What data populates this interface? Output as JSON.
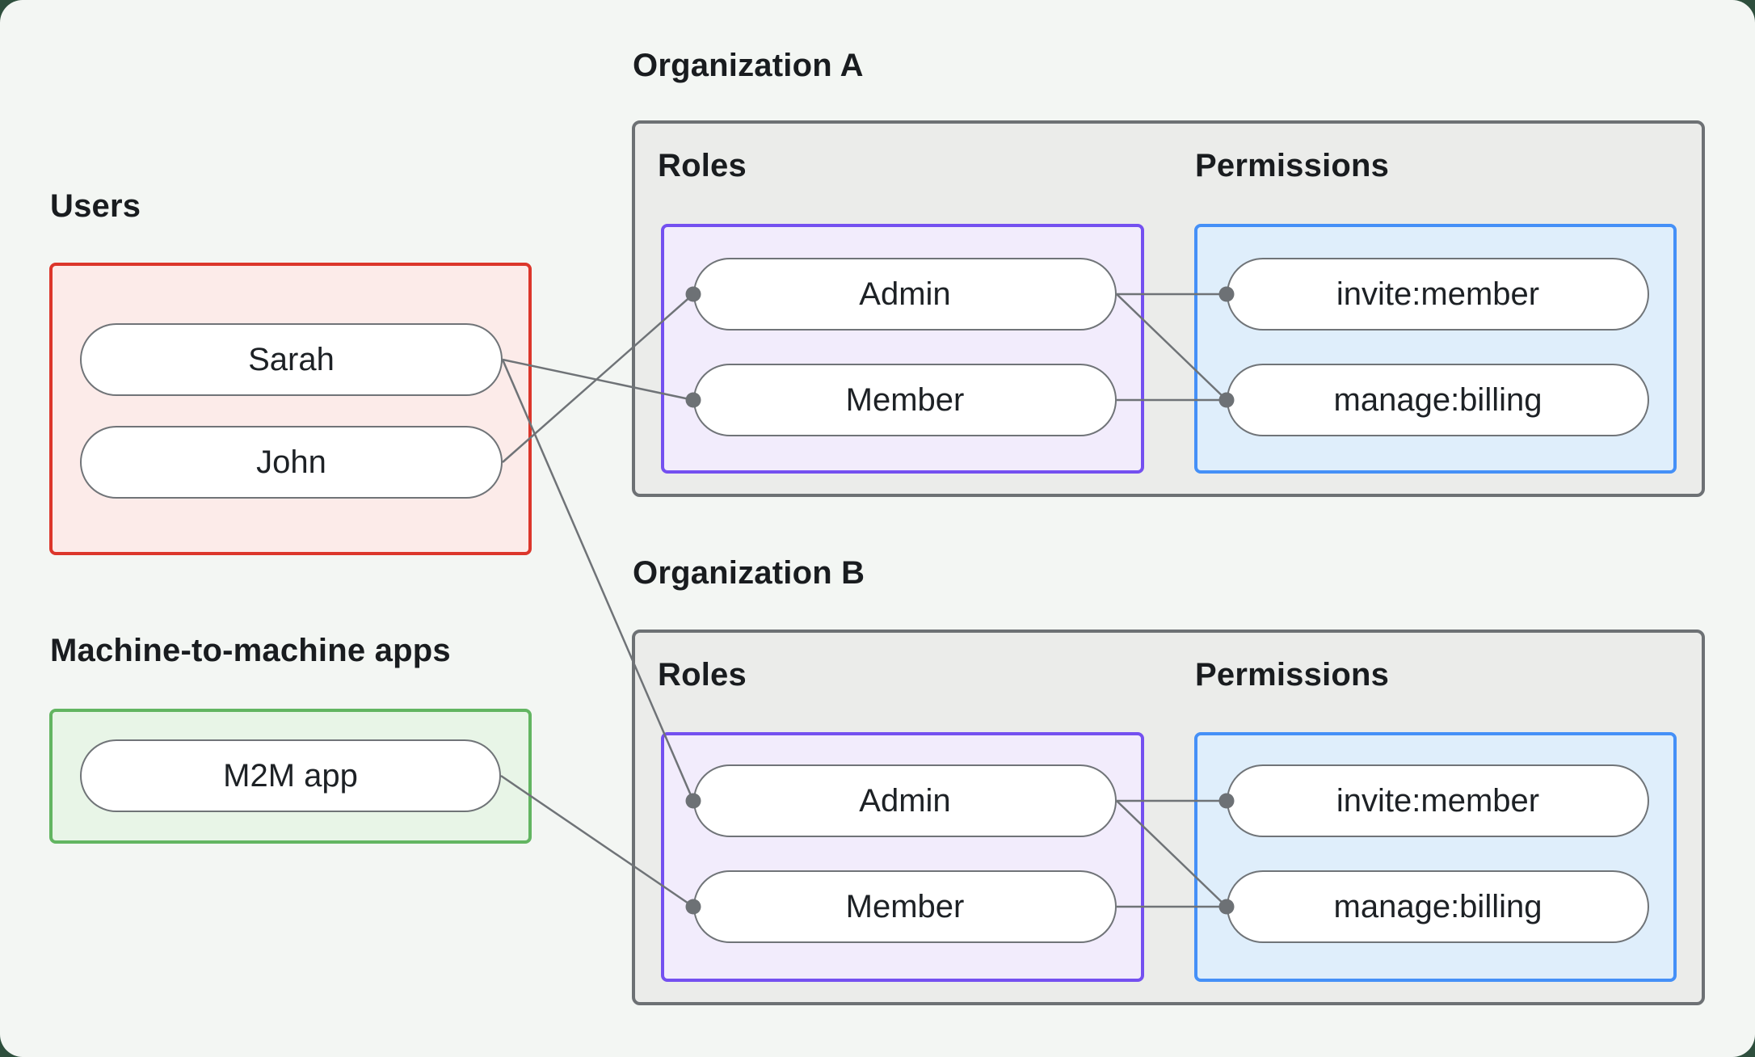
{
  "users_group": {
    "title": "Users",
    "items": [
      {
        "label": "Sarah"
      },
      {
        "label": "John"
      }
    ]
  },
  "m2m_group": {
    "title": "Machine-to-machine apps",
    "items": [
      {
        "label": "M2M app"
      }
    ]
  },
  "organizations": [
    {
      "title": "Organization A",
      "roles_title": "Roles",
      "permissions_title": "Permissions",
      "roles": [
        {
          "label": "Admin"
        },
        {
          "label": "Member"
        }
      ],
      "permissions": [
        {
          "label": "invite:member"
        },
        {
          "label": "manage:billing"
        }
      ]
    },
    {
      "title": "Organization B",
      "roles_title": "Roles",
      "permissions_title": "Permissions",
      "roles": [
        {
          "label": "Admin"
        },
        {
          "label": "Member"
        }
      ],
      "permissions": [
        {
          "label": "invite:member"
        },
        {
          "label": "manage:billing"
        }
      ]
    }
  ],
  "edges": [
    {
      "from": "Sarah",
      "to": "Organization A / Member"
    },
    {
      "from": "John",
      "to": "Organization A / Admin"
    },
    {
      "from": "Sarah",
      "to": "Organization B / Admin"
    },
    {
      "from": "M2M app",
      "to": "Organization B / Member"
    },
    {
      "from": "Organization A / Admin",
      "to": "Organization A / invite:member"
    },
    {
      "from": "Organization A / Admin",
      "to": "Organization A / manage:billing"
    },
    {
      "from": "Organization A / Member",
      "to": "Organization A / manage:billing"
    },
    {
      "from": "Organization B / Admin",
      "to": "Organization B / invite:member"
    },
    {
      "from": "Organization B / Admin",
      "to": "Organization B / manage:billing"
    },
    {
      "from": "Organization B / Member",
      "to": "Organization B / manage:billing"
    }
  ],
  "colors": {
    "outer_background": "#2e4f3d",
    "panel_background": "#f3f6f3",
    "users_border": "#dc362b",
    "users_fill": "#fcebe9",
    "m2m_border": "#62b561",
    "m2m_fill": "#e8f5e7",
    "roles_border": "#7450f0",
    "roles_fill": "#f2ecfc",
    "permissions_border": "#4590f7",
    "permissions_fill": "#dfeefb",
    "org_border": "#6d7174",
    "org_fill": "#ebecea",
    "connector": "#6f7377",
    "text": "#191c1f"
  }
}
